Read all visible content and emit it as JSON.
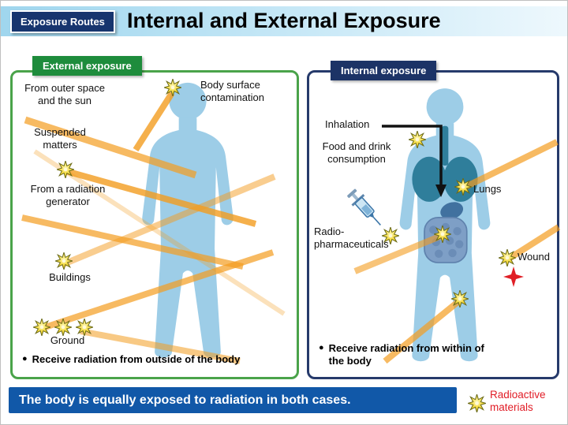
{
  "header": {
    "badge": "Exposure Routes",
    "title": "Internal and External Exposure"
  },
  "external_panel": {
    "title": "External exposure",
    "labels": {
      "outer_space": "From outer space\nand the sun",
      "suspended": "Suspended\nmatters",
      "generator": "From a radiation\ngenerator",
      "buildings": "Buildings",
      "ground": "Ground",
      "body_surface": "Body surface\ncontamination"
    },
    "bullet_marker": "●",
    "bullet": "Receive radiation from outside of the body"
  },
  "internal_panel": {
    "title": "Internal exposure",
    "labels": {
      "inhalation": "Inhalation",
      "food": "Food and drink\nconsumption",
      "radiopharma": "Radio-\npharmaceuticals",
      "lungs": "Lungs",
      "wound": "Wound"
    },
    "bullet_marker": "●",
    "bullet": "Receive radiation from within of\nthe body"
  },
  "footer": {
    "banner": "The body is equally exposed to radiation in both cases.",
    "legend": "Radioactive\nmaterials"
  },
  "icons": {
    "radioactive": "yellow 8-point starburst",
    "syringe": "blue syringe",
    "wound_mark": "red 4-point star",
    "inhalation_arrow": "black elbow arrow into body"
  },
  "colors": {
    "header_band": "#9fd6ee",
    "badge_bg": "#17356e",
    "external_green": "#1e8c3c",
    "internal_navy": "#1c3366",
    "body_blue": "#9dcde7",
    "organ_teal": "#2f7e9b",
    "beam_orange": "#f39c1f",
    "banner_blue": "#1158a8",
    "legend_red": "#e11c26"
  }
}
